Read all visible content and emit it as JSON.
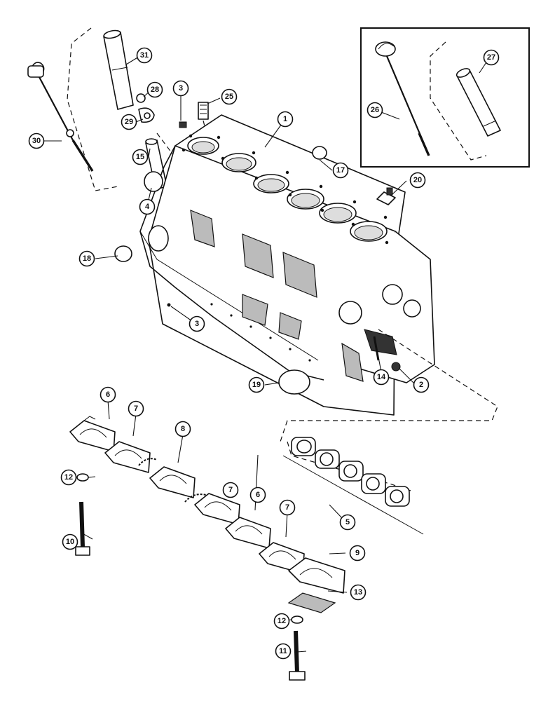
{
  "callouts": [
    {
      "id": "c1",
      "label": "1"
    },
    {
      "id": "c2",
      "label": "2"
    },
    {
      "id": "c3a",
      "label": "3"
    },
    {
      "id": "c3b",
      "label": "3"
    },
    {
      "id": "c4",
      "label": "4"
    },
    {
      "id": "c5",
      "label": "5"
    },
    {
      "id": "c6a",
      "label": "6"
    },
    {
      "id": "c6b",
      "label": "6"
    },
    {
      "id": "c7a",
      "label": "7"
    },
    {
      "id": "c7b",
      "label": "7"
    },
    {
      "id": "c7c",
      "label": "7"
    },
    {
      "id": "c8",
      "label": "8"
    },
    {
      "id": "c9",
      "label": "9"
    },
    {
      "id": "c10",
      "label": "10"
    },
    {
      "id": "c11",
      "label": "11"
    },
    {
      "id": "c12a",
      "label": "12"
    },
    {
      "id": "c12b",
      "label": "12"
    },
    {
      "id": "c13",
      "label": "13"
    },
    {
      "id": "c14",
      "label": "14"
    },
    {
      "id": "c15",
      "label": "15"
    },
    {
      "id": "c17",
      "label": "17"
    },
    {
      "id": "c18",
      "label": "18"
    },
    {
      "id": "c19",
      "label": "19"
    },
    {
      "id": "c20",
      "label": "20"
    },
    {
      "id": "c25",
      "label": "25"
    },
    {
      "id": "c26",
      "label": "26"
    },
    {
      "id": "c27",
      "label": "27"
    },
    {
      "id": "c28",
      "label": "28"
    },
    {
      "id": "c29",
      "label": "29"
    },
    {
      "id": "c30",
      "label": "30"
    },
    {
      "id": "c31",
      "label": "31"
    }
  ]
}
